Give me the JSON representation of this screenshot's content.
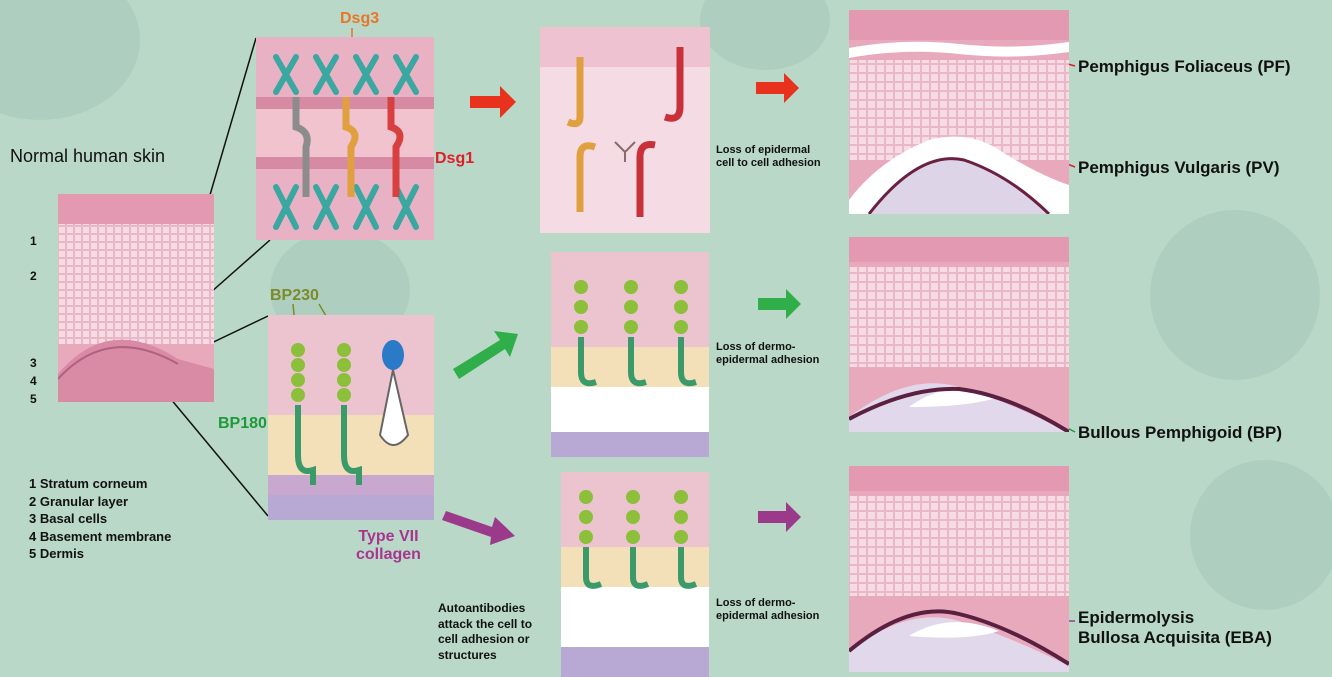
{
  "normal_skin": {
    "title": "Normal human skin",
    "layer_numbers": [
      "1",
      "2",
      "3",
      "4",
      "5"
    ],
    "legend": [
      "1 Stratum corneum",
      "2 Granular layer",
      "3 Basal cells",
      "4 Basement membrane",
      "5 Dermis"
    ]
  },
  "molecules": {
    "dsg3": "Dsg3",
    "dsg1": "Dsg1",
    "bp230": "BP230",
    "bp180": "BP180",
    "type7_line1": "Type VII",
    "type7_line2": "collagen"
  },
  "mechanisms": {
    "cell_adhesion_l1": "Loss of epidermal",
    "cell_adhesion_l2": "cell to cell adhesion",
    "dermo_a_l1": "Loss of dermo-",
    "dermo_a_l2": "epidermal adhesion",
    "dermo_b_l1": "Loss of dermo-",
    "dermo_b_l2": "epidermal adhesion",
    "autoantibodies": [
      "Autoantibodies",
      "attack the cell to",
      "cell adhesion or",
      "structures"
    ]
  },
  "diseases": {
    "pf": "Pemphigus Foliaceus (PF)",
    "pv": "Pemphigus Vulgaris (PV)",
    "bp": "Bullous Pemphigoid (BP)",
    "eba_l1": "Epidermolysis",
    "eba_l2": "Bullosa Acquisita (EBA)"
  },
  "colors": {
    "red": "#e8321e",
    "green": "#2fae4a",
    "purple": "#9b3a8a",
    "dsg3": "#e8762a",
    "dsg1": "#e01e2a",
    "bp230": "#7d8a2a",
    "bp180": "#1f9a3a",
    "type7": "#a8368f"
  }
}
